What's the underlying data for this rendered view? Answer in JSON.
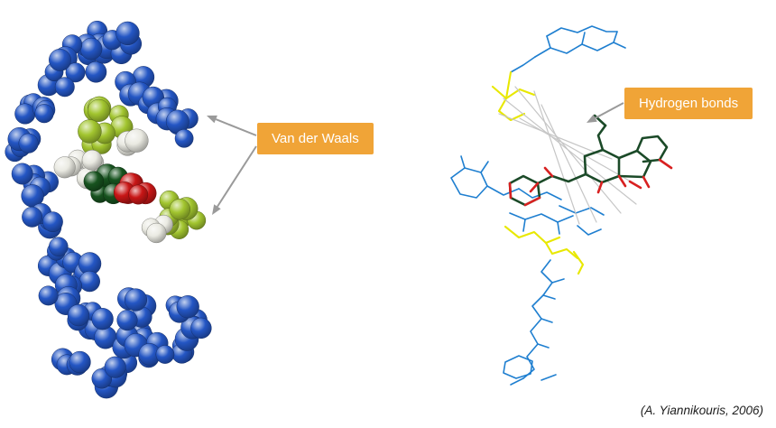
{
  "figure": {
    "labels": {
      "van_der_waals": "Van der Waals",
      "hydrogen_bonds": "Hydrogen bonds"
    },
    "citation": "(A. Yiannikouris, 2006)",
    "colors": {
      "background": "#FFFFFF",
      "label_background": "#F0A437",
      "label_text": "#FFFFFF",
      "arrow_gray": "#9A9A9A",
      "sphere_blue": "#2456C4",
      "sphere_yellow_green": "#A2C52F",
      "sphere_white": "#EAEAE2",
      "sphere_red": "#C81616",
      "sphere_dark_green": "#17531F",
      "wire_blue": "#1F7FD0",
      "wire_yellow": "#E8E800",
      "wire_gray": "#C6C6C6",
      "wire_dark_green": "#1B4A28",
      "wire_red": "#D82121"
    }
  }
}
